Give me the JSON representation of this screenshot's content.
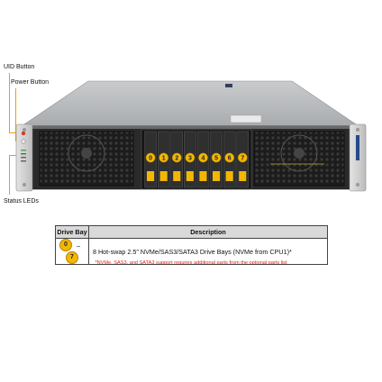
{
  "callouts": {
    "uid": "UID Button",
    "power": "Power Button",
    "leds": "Status LEDs"
  },
  "drive_bays": [
    "0",
    "1",
    "2",
    "3",
    "4",
    "5",
    "6",
    "7"
  ],
  "table": {
    "headers": [
      "Drive Bay",
      "Description"
    ],
    "row": {
      "bay_start": "0",
      "bay_dash": "–",
      "bay_end": "7",
      "description": "8 Hot-swap 2.5\" NVMe/SAS3/SATA3 Drive Bays (NVMe from CPU1)*"
    }
  },
  "footnote": "*NVMe, SAS3, and SATA3 support requires additional parts from the optional parts list",
  "colors": {
    "accent": "#f2b705",
    "callout_line": "#e8a200",
    "footnote": "#e0201b",
    "header_bg": "#d9d9d9"
  }
}
